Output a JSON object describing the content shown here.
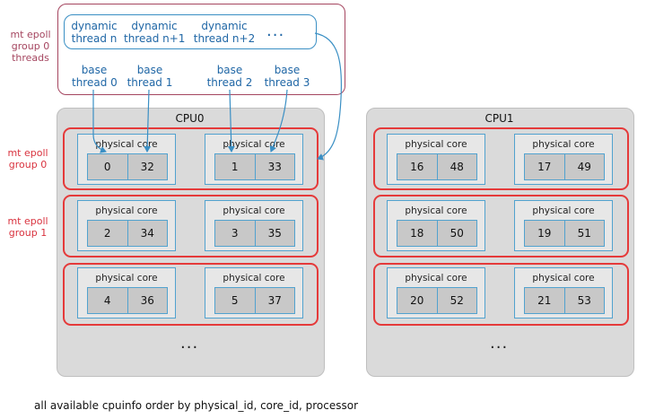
{
  "threads_box": {
    "label_lines": [
      "mt epoll",
      "group 0",
      "threads"
    ],
    "dynamic_threads": [
      {
        "line1": "dynamic",
        "line2": "thread n"
      },
      {
        "line1": "dynamic",
        "line2": "thread n+1"
      },
      {
        "line1": "dynamic",
        "line2": "thread n+2"
      }
    ],
    "dynamic_more": "...",
    "base_threads": [
      {
        "line1": "base",
        "line2": "thread 0"
      },
      {
        "line1": "base",
        "line2": "thread 1"
      },
      {
        "line1": "base",
        "line2": "thread 2"
      },
      {
        "line1": "base",
        "line2": "thread 3"
      }
    ]
  },
  "group_labels": [
    [
      "mt epoll",
      "group 0"
    ],
    [
      "mt epoll",
      "group 1"
    ]
  ],
  "core_label": "physical core",
  "cpus": [
    {
      "title": "CPU0",
      "rows": [
        [
          [
            "0",
            "32"
          ],
          [
            "1",
            "33"
          ]
        ],
        [
          [
            "2",
            "34"
          ],
          [
            "3",
            "35"
          ]
        ],
        [
          [
            "4",
            "36"
          ],
          [
            "5",
            "37"
          ]
        ]
      ],
      "more": "..."
    },
    {
      "title": "CPU1",
      "rows": [
        [
          [
            "16",
            "48"
          ],
          [
            "17",
            "49"
          ]
        ],
        [
          [
            "18",
            "50"
          ],
          [
            "19",
            "51"
          ]
        ],
        [
          [
            "20",
            "52"
          ],
          [
            "21",
            "53"
          ]
        ]
      ],
      "more": "..."
    }
  ],
  "footer": "all available cpuinfo order by physical_id, core_id, processor",
  "colors": {
    "thread_box_border": "#a54660",
    "dynamic_box_border": "#3a8fc4",
    "thread_text": "#2067a6",
    "epoll_group_border": "#e53a3a",
    "cpu_background": "#dadada",
    "core_border": "#51a2cf"
  }
}
